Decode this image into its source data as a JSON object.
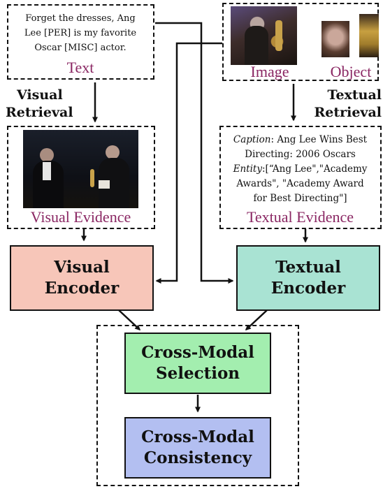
{
  "input_text": {
    "lines": [
      "Forget the dresses, Ang",
      "Lee [PER] is my favorite",
      "Oscar [MISC] actor."
    ],
    "label": "Text"
  },
  "input_image": {
    "label": "Image",
    "object_label": "Object"
  },
  "visual_retrieval": {
    "lines": [
      "Visual",
      "Retrieval"
    ]
  },
  "textual_retrieval": {
    "lines": [
      "Textual",
      "Retrieval"
    ]
  },
  "visual_evidence": {
    "label": "Visual Evidence"
  },
  "textual_evidence": {
    "caption_key": "Caption",
    "caption_line1": ": Ang Lee Wins Best",
    "caption_line2": "Directing: 2006 Oscars",
    "entity_key": "Entity",
    "entity_line1": ":[“Ang Lee\",\"Academy",
    "entity_line2": "Awards\", \"Academy Award",
    "entity_line3": "for Best Directing\"]",
    "label": "Textual Evidence"
  },
  "visual_encoder": {
    "lines": [
      "Visual",
      "Encoder"
    ],
    "color": "#f7c6b9"
  },
  "textual_encoder": {
    "lines": [
      "Textual",
      "Encoder"
    ],
    "color": "#a9e3d3"
  },
  "cross_modal_selection": {
    "lines": [
      "Cross-Modal",
      "Selection"
    ],
    "color": "#a3eeaf"
  },
  "cross_modal_consistency": {
    "lines": [
      "Cross-Modal",
      "Consistency"
    ],
    "color": "#b3bff1"
  }
}
